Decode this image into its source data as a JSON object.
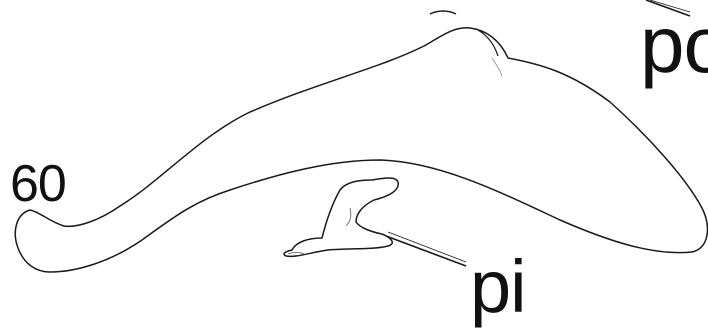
{
  "labels": {
    "specimen_number": "60",
    "pointer_bottom": "pi",
    "pointer_top_right": "po"
  },
  "colors": {
    "outline": "#1a1a1a",
    "fill": "#ffffff",
    "text": "#111111"
  }
}
